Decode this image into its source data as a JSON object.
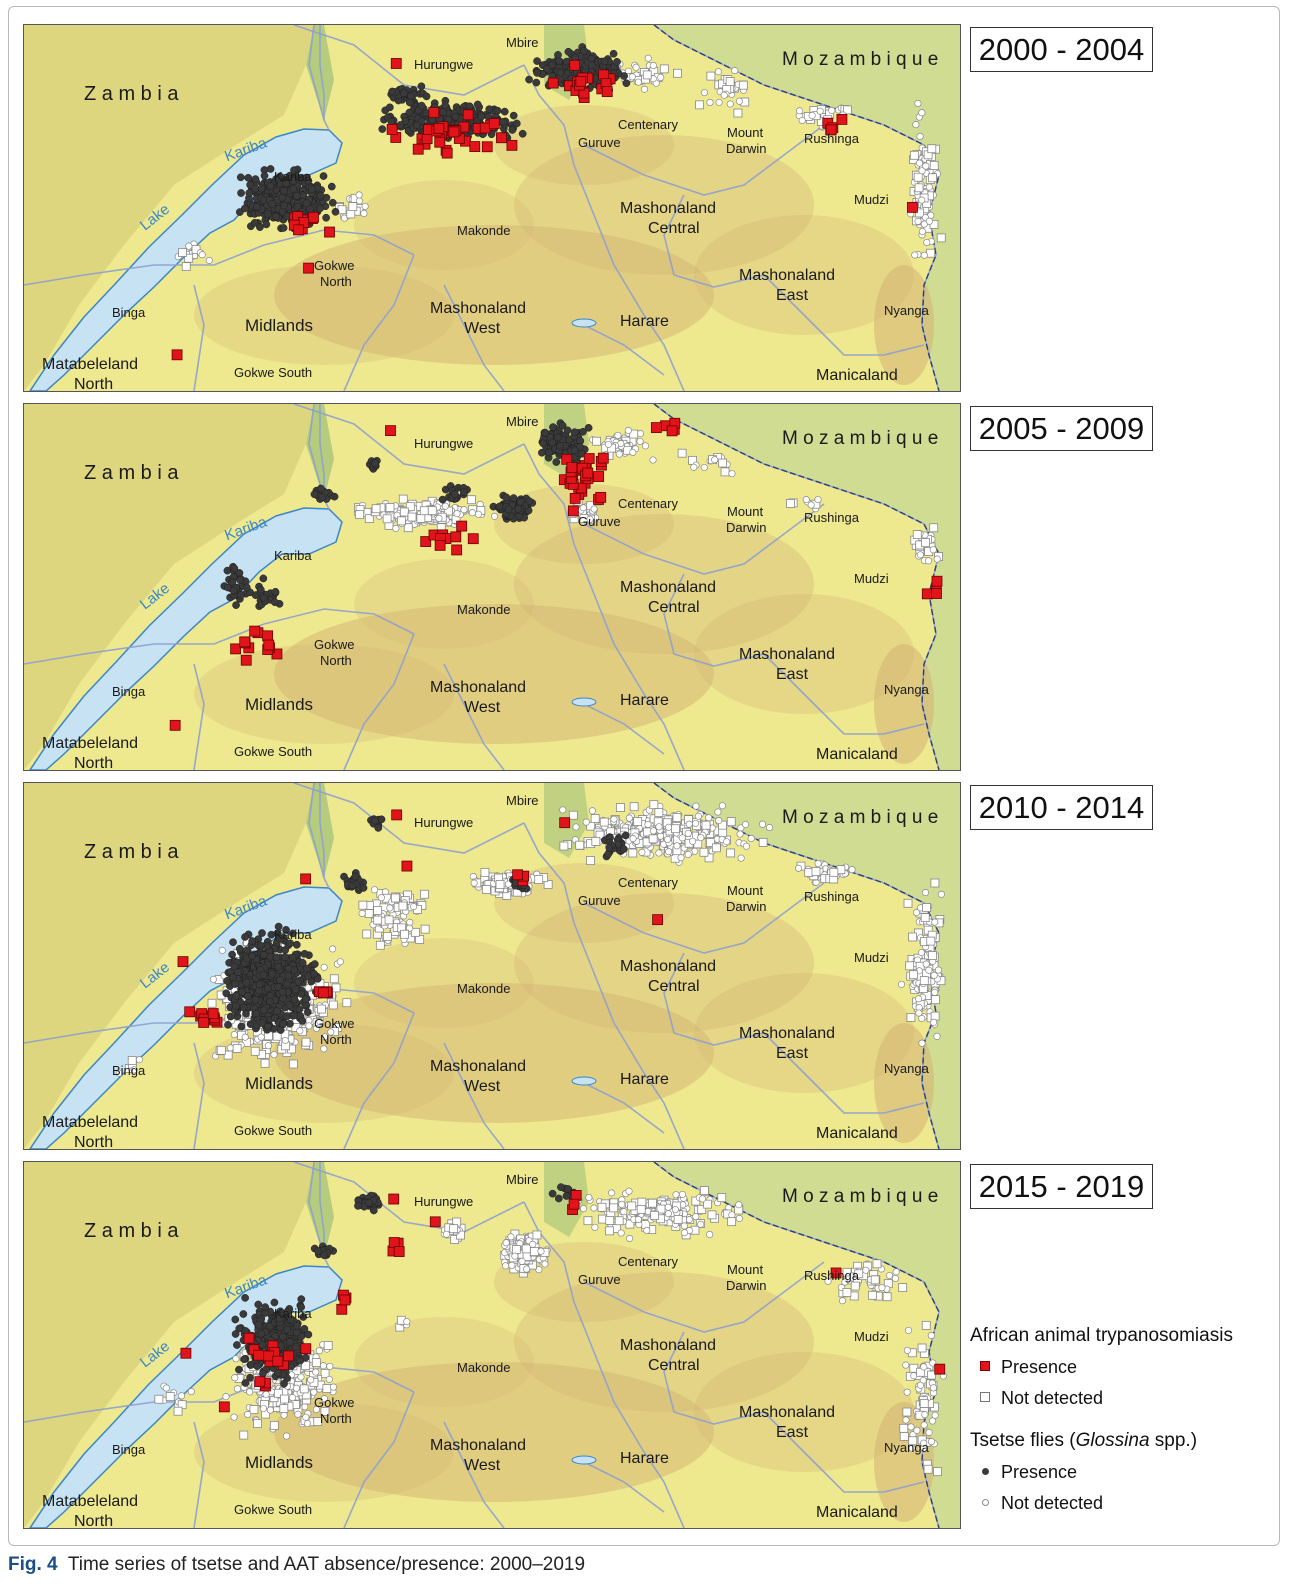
{
  "figure": {
    "fig_label": "Fig. 4",
    "caption": "Time series of tsetse and AAT absence/presence: 2000–2019"
  },
  "colors": {
    "land_zimbabwe": "#eee88f",
    "land_zambia": "#ded67e",
    "land_mozambique": "#cfdc92",
    "highland": "#d5b675",
    "escarpment": "#a2c278",
    "lake": "#c7e2f2",
    "lake_border": "#3b86c8",
    "border": "#8da0d0",
    "aat_presence": "#e0141a",
    "tsetse_presence": "#3a3a3a"
  },
  "map_labels": {
    "zambia": "Z a m b i a",
    "mozambique": "M o z a m b i q u e",
    "lake_kariba": "Lake Kariba",
    "lake_word": "Lake",
    "kariba_word": "Kariba",
    "hurungwe": "Hurungwe",
    "mbire": "Mbire",
    "centenary": "Centenary",
    "guruve": "Guruve",
    "mount": "Mount",
    "darwin": "Darwin",
    "rushinga": "Rushinga",
    "mudzi": "Mudzi",
    "kariba_town": "Kariba",
    "makonde": "Makonde",
    "mashonaland": "Mashonaland",
    "central": "Central",
    "east": "East",
    "west": "West",
    "gokwe": "Gokwe",
    "north": "North",
    "binga": "Binga",
    "midlands": "Midlands",
    "harare": "Harare",
    "nyanga": "Nyanga",
    "matabeleland": "Matabeleland",
    "gokwe_south": "Gokwe South",
    "manicaland": "Manicaland"
  },
  "panels": [
    {
      "period": "2000 - 2004"
    },
    {
      "period": "2005 - 2009"
    },
    {
      "period": "2010 - 2014"
    },
    {
      "period": "2015 - 2019"
    }
  ],
  "legend": {
    "aat_title": "African animal trypanosomiasis",
    "aat_presence": "Presence",
    "aat_not_detected": "Not detected",
    "tsetse_title_prefix": "Tsetse flies (",
    "tsetse_title_genus": "Glossina",
    "tsetse_title_suffix": " spp.)",
    "tsetse_presence": "Presence",
    "tsetse_not_detected": "Not detected"
  }
}
